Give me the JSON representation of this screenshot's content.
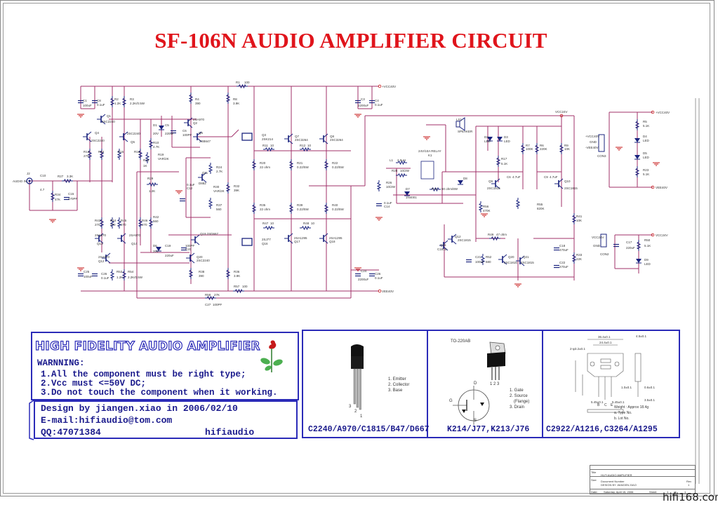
{
  "title": "SF-106N AUDIO AMPLIFIER CIRCUIT",
  "colors": {
    "title": "#e0141b",
    "wire": "#a0306a",
    "component": "#1a237e",
    "panel_border": "#2b2bb8",
    "ground": "#d04040"
  },
  "schematic": {
    "input": {
      "connector": "J2",
      "label": "AUDIO IN"
    },
    "rails": {
      "positive": "+VCC40V",
      "negative": "VEE40V",
      "protect_vcc": "VCC24V"
    },
    "components": [
      {
        "ref": "C1",
        "value": "100uF"
      },
      {
        "ref": "C8",
        "value": "0.1uF"
      },
      {
        "ref": "R2",
        "value": "1.2K"
      },
      {
        "ref": "R3",
        "value": "2.2K/0.5W"
      },
      {
        "ref": "Q1",
        "value": "2SC2240"
      },
      {
        "ref": "Q4",
        "value": "2SC2240"
      },
      {
        "ref": "Q5",
        "value": "2SC2240"
      },
      {
        "ref": "R13",
        "value": "270"
      },
      {
        "ref": "R14",
        "value": "270"
      },
      {
        "ref": "R15",
        "value": "270"
      },
      {
        "ref": "R16",
        "value": "270"
      },
      {
        "ref": "D1",
        "value": "20V"
      },
      {
        "ref": "C5",
        "value": "220uF"
      },
      {
        "ref": "R10",
        "value": "4.7K"
      },
      {
        "ref": "R18",
        "value": "1K"
      },
      {
        "ref": "R19",
        "value": "VAR/2K"
      },
      {
        "ref": "R29",
        "value": "1.2K"
      },
      {
        "ref": "C10",
        "value": "4.7"
      },
      {
        "ref": "R27",
        "value": "3.3K"
      },
      {
        "ref": "R34",
        "value": "47K"
      },
      {
        "ref": "C15",
        "value": "470PF"
      },
      {
        "ref": "R4",
        "value": "390"
      },
      {
        "ref": "Q2",
        "value": "2SA970"
      },
      {
        "ref": "C6",
        "value": "100PF"
      },
      {
        "ref": "Q6",
        "value": "2SB647"
      },
      {
        "ref": "R1",
        "value": "100"
      },
      {
        "ref": "R8",
        "value": "3.9K"
      },
      {
        "ref": "R24",
        "value": "2.7K"
      },
      {
        "ref": "Q11",
        "value": "D882"
      },
      {
        "ref": "C12",
        "value": "0.1uF"
      },
      {
        "ref": "R30",
        "value": "VAR/2K"
      },
      {
        "ref": "R37",
        "value": "560"
      },
      {
        "ref": "R32",
        "value": "39K"
      },
      {
        "ref": "Q3",
        "value": "2SK214"
      },
      {
        "ref": "R11",
        "value": "10"
      },
      {
        "ref": "R12",
        "value": "10"
      },
      {
        "ref": "Q7",
        "value": "2SC3264"
      },
      {
        "ref": "Q8",
        "value": "2SC3264"
      },
      {
        "ref": "R20",
        "value": "22 ohm"
      },
      {
        "ref": "R21",
        "value": "0.22/5W"
      },
      {
        "ref": "R22",
        "value": "0.22/5W"
      },
      {
        "ref": "C3",
        "value": "2200uF"
      },
      {
        "ref": "C4",
        "value": "0.1uF"
      },
      {
        "ref": "R35",
        "value": "22 ohm"
      },
      {
        "ref": "R39",
        "value": "0.22/5W"
      },
      {
        "ref": "R40",
        "value": "0.22/5W"
      },
      {
        "ref": "R47",
        "value": "10"
      },
      {
        "ref": "R48",
        "value": "10"
      },
      {
        "ref": "Q16",
        "value": "2SJ77"
      },
      {
        "ref": "Q17",
        "value": "2SA1295"
      },
      {
        "ref": "Q18",
        "value": "2SA1295"
      },
      {
        "ref": "Q19",
        "value": "2SD667"
      },
      {
        "ref": "Q20",
        "value": "2SC2240"
      },
      {
        "ref": "C20",
        "value": "100PF"
      },
      {
        "ref": "R38",
        "value": "390"
      },
      {
        "ref": "R36",
        "value": "3.9K"
      },
      {
        "ref": "R57",
        "value": "100"
      },
      {
        "ref": "R58",
        "value": "27K"
      },
      {
        "ref": "C27",
        "value": "100PF"
      },
      {
        "ref": "C24",
        "value": "2200uF"
      },
      {
        "ref": "C26",
        "value": "0.1uF"
      },
      {
        "ref": "R43",
        "value": "270"
      },
      {
        "ref": "R44",
        "value": "270"
      },
      {
        "ref": "R45",
        "value": "270"
      },
      {
        "ref": "R46",
        "value": "270"
      },
      {
        "ref": "Q13",
        "value": "2SA970"
      },
      {
        "ref": "Q14",
        "value": "2SA970"
      },
      {
        "ref": "Q12",
        "value": "2SA970"
      },
      {
        "ref": "R42",
        "value": "560"
      },
      {
        "ref": "D6",
        "value": "20V"
      },
      {
        "ref": "C19",
        "value": "220uF"
      },
      {
        "ref": "C25",
        "value": "100uF"
      },
      {
        "ref": "C26b",
        "value": "0.1uF"
      },
      {
        "ref": "R53",
        "value": "1.2K"
      },
      {
        "ref": "R54",
        "value": "2.2K/0.5W"
      },
      {
        "ref": "L1",
        "value": "2.5uH"
      },
      {
        "ref": "R28",
        "value": "10/2W"
      },
      {
        "ref": "R26",
        "value": "10/2W"
      },
      {
        "ref": "C14",
        "value": "0.1uF"
      },
      {
        "ref": "K1",
        "value": "24V/10A RELAY"
      },
      {
        "ref": "LS1",
        "value": "SPEAKER"
      },
      {
        "ref": "D7",
        "value": "1N4001"
      },
      {
        "ref": "R31",
        "value": "80 ohm/8W"
      },
      {
        "ref": "D8",
        "value": "TVS 1.5KE62A"
      },
      {
        "ref": "D2",
        "value": "LED"
      },
      {
        "ref": "D3",
        "value": "LED"
      },
      {
        "ref": "R17",
        "value": "5.1K"
      },
      {
        "ref": "R7",
        "value": "100K"
      },
      {
        "ref": "R6",
        "value": "220K"
      },
      {
        "ref": "R9",
        "value": "10K"
      },
      {
        "ref": "C6b",
        "value": "4.7uF"
      },
      {
        "ref": "C9",
        "value": "4.7uF"
      },
      {
        "ref": "Q9",
        "value": "2SC1815"
      },
      {
        "ref": "Q10",
        "value": "2SC1815"
      },
      {
        "ref": "R56",
        "value": "470K"
      },
      {
        "ref": "R55",
        "value": "820K"
      },
      {
        "ref": "Q15",
        "value": "C1815"
      },
      {
        "ref": "Q12b",
        "value": "2SC1815"
      },
      {
        "ref": "R49",
        "value": "47 ohm"
      },
      {
        "ref": "C21",
        "value": "100uF"
      },
      {
        "ref": "R52",
        "value": "680"
      },
      {
        "ref": "Q20b",
        "value": "2SC1815"
      },
      {
        "ref": "Q21",
        "value": "2SC1815"
      },
      {
        "ref": "C18",
        "value": "470uF"
      },
      {
        "ref": "C22",
        "value": "470uF"
      },
      {
        "ref": "R41",
        "value": "10K"
      },
      {
        "ref": "R33",
        "value": "22K"
      },
      {
        "ref": "R5",
        "value": "5.1K"
      },
      {
        "ref": "D4",
        "value": "LED"
      },
      {
        "ref": "D5",
        "value": "LED"
      },
      {
        "ref": "R23",
        "value": "5.1K"
      },
      {
        "ref": "CON3",
        "value": "+VCC40V / GND / -VEE40V"
      },
      {
        "ref": "CON2",
        "value": "VCC24V / GND"
      },
      {
        "ref": "C17",
        "value": "220uF"
      },
      {
        "ref": "R50",
        "value": "5.1K"
      },
      {
        "ref": "D9",
        "value": "LED"
      }
    ]
  },
  "info_panel": {
    "heading": "HIGH FIDELITY AUDIO AMPLIFIER",
    "warning_title": "WARNNING:",
    "warnings": [
      "1.All the component must be right type;",
      "2.Vcc must <=50V DC;",
      "3.Do not touch the component when it working."
    ],
    "design_by": "Design by jiangen.xiao in 2006/02/10",
    "email": "E-mail:hifiaudio@tom.com",
    "qq": "QQ:47071384",
    "brand": "hifiaudio",
    "icon": "rose-icon"
  },
  "packages": [
    {
      "name": "C2240/A970/C1815/B47/D667",
      "type": "TO-92",
      "pins": [
        "1. Emitter",
        "2. Collector",
        "3. Base"
      ],
      "pin_numbers": [
        "3",
        "2",
        "1"
      ]
    },
    {
      "name": "K214/J77,K213/J76",
      "type": "TO-220AB",
      "pins": [
        "1. Gate",
        "2. Source",
        "(Flange)",
        "3. Drain"
      ],
      "terminals": [
        "D",
        "G",
        "S"
      ],
      "pin_numbers": [
        "1",
        "2",
        "3"
      ]
    },
    {
      "name": "C2922/A1216,C3264/A1295",
      "type": "MT-200",
      "notes": [
        "Weight : Approx 18.4g",
        "a. Type No.",
        "b. Lot No."
      ],
      "pins": [
        "B",
        "C",
        "E"
      ],
      "dims": [
        "36.4±0.1",
        "24.4±0.1",
        "2-φ3.2±0.1",
        "21.4±0.1",
        "20.0min",
        "5.45±0.1",
        "5.45±0.1",
        "1.0±0.1",
        "0.6±0.1",
        "3.5±0.1",
        "4.5±0.1"
      ]
    }
  ],
  "title_block": {
    "title_label": "Title",
    "title_value": "HI-FI AUDIO AMPLIFIER",
    "size_label": "Size",
    "doc_label": "Document Number",
    "doc_value": "DESIGN BY JIANGEN.XIAO",
    "rev_label": "Rev",
    "rev_value": "1",
    "date_label": "Date:",
    "date_value": "Saturday, April 15, 2006",
    "sheet_label": "Sheet",
    "sheet_value": "1",
    "of_label": "of",
    "of_value": "1"
  },
  "watermark": "hifi168.com"
}
